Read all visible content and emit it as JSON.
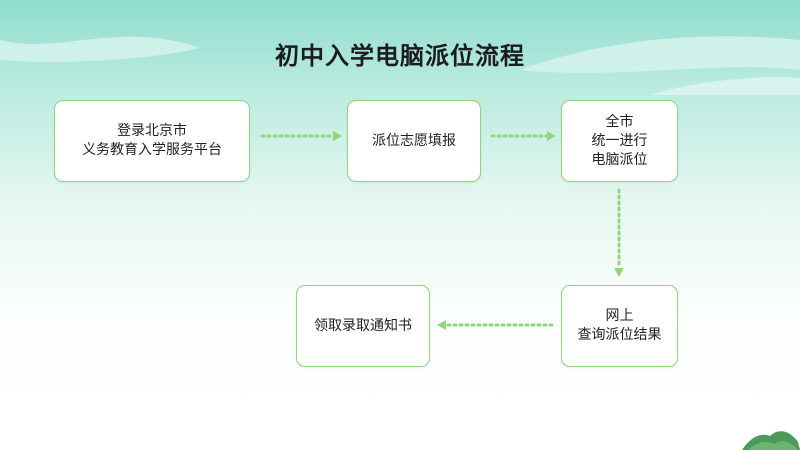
{
  "title": "初中入学电脑派位流程",
  "colors": {
    "accent": "#8fd67e",
    "arrow": "#8fd67e",
    "text": "#222222"
  },
  "steps": [
    {
      "label": "登录北京市\n义务教育入学服务平台"
    },
    {
      "label": "派位志愿填报"
    },
    {
      "label": "全市\n统一进行\n电脑派位"
    },
    {
      "label": "网上\n查询派位结果"
    },
    {
      "label": "领取录取通知书"
    }
  ]
}
